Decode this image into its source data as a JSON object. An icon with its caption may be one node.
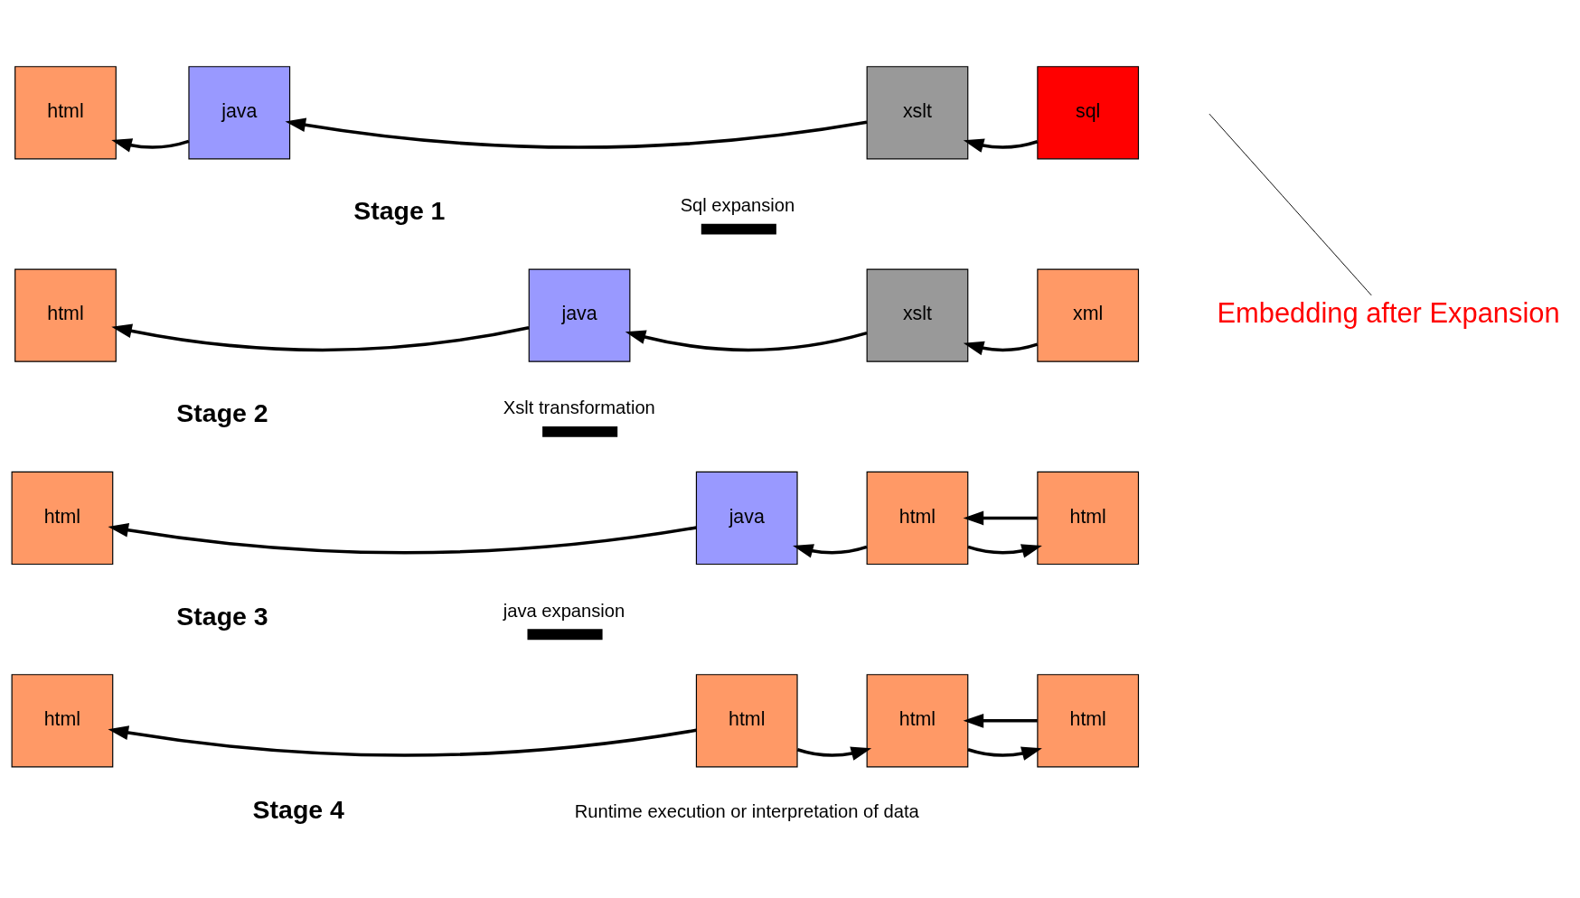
{
  "diagram": {
    "nodes": [
      {
        "text": [
          "html"
        ]
      },
      {
        "text": [
          "java"
        ]
      },
      {
        "text": [
          "xslt"
        ]
      },
      {
        "text": [
          "sql"
        ]
      },
      {
        "text": [
          "Embedding after Expansion"
        ]
      },
      {
        "text": [
          "html"
        ]
      },
      {
        "text": [
          "java"
        ]
      },
      {
        "text": [
          "xslt"
        ]
      },
      {
        "text": [
          "xml"
        ]
      },
      {
        "text": [
          "html"
        ]
      },
      {
        "text": [
          "java"
        ]
      },
      {
        "text": [
          "html"
        ]
      },
      {
        "text": [
          "html"
        ]
      },
      {
        "text": [
          "html"
        ]
      },
      {
        "text": [
          "html"
        ]
      },
      {
        "text": [
          "html"
        ]
      },
      {
        "text": [
          "html"
        ]
      }
    ],
    "edges": [
      {
        "from": 3,
        "to": 2,
        "arrow": "to"
      },
      {
        "from": 2,
        "to": 1,
        "arrow": "to"
      },
      {
        "from": 1,
        "to": 0,
        "arrow": "to"
      },
      {
        "from": 4,
        "to": null,
        "arrow": "none"
      },
      {
        "from": 8,
        "to": 7,
        "arrow": "to"
      },
      {
        "from": 7,
        "to": 6,
        "arrow": "to"
      },
      {
        "from": 6,
        "to": 5,
        "arrow": "to"
      },
      {
        "from": 10,
        "to": 9,
        "arrow": "to"
      },
      {
        "from": 11,
        "to": 10,
        "arrow": "to"
      },
      {
        "from": 11,
        "to": 12,
        "arrow": "to"
      },
      {
        "from": 12,
        "to": 11,
        "arrow": "to"
      },
      {
        "from": 14,
        "to": 13,
        "arrow": "to"
      },
      {
        "from": 14,
        "to": 15,
        "arrow": "to"
      },
      {
        "from": 15,
        "to": 16,
        "arrow": "to"
      },
      {
        "from": 16,
        "to": 15,
        "arrow": "to"
      }
    ],
    "labels": [
      "Stage 1",
      "Sql expansion",
      "Stage 2",
      "Xslt transformation",
      "Stage 3",
      "java expansion",
      "Stage 4",
      "Runtime execution or interpretation of data"
    ]
  }
}
